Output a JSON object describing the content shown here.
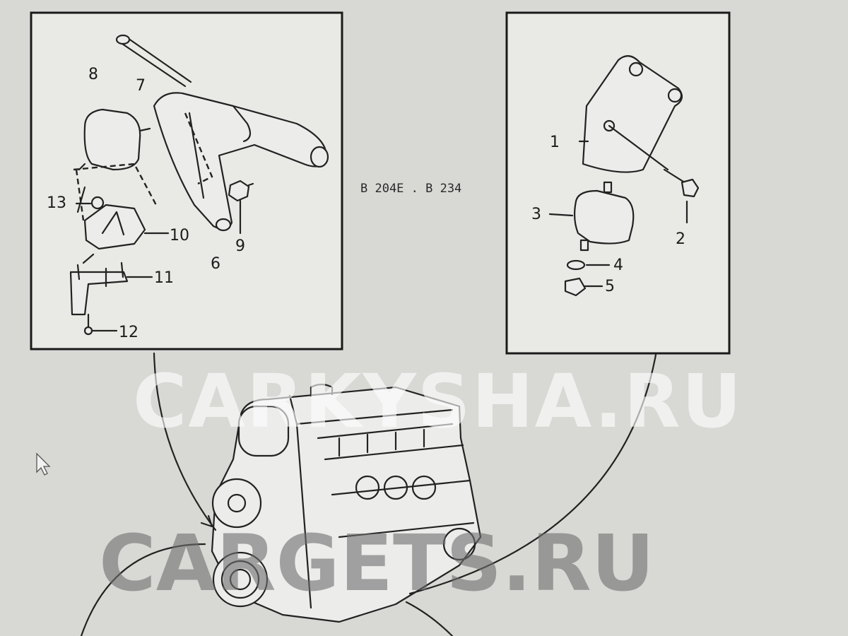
{
  "diagram": {
    "engine_codes": "B 204E . B 234",
    "left_panel": {
      "callouts": [
        "7",
        "8",
        "13",
        "10",
        "11",
        "12",
        "6",
        "9"
      ]
    },
    "right_panel": {
      "callouts": [
        "1",
        "2",
        "3",
        "4",
        "5"
      ]
    }
  },
  "watermarks": {
    "primary": "CARKYSHA.RU",
    "secondary": "CARGETS.RU"
  },
  "colors": {
    "background": "#d8d8d5",
    "ink": "#222222"
  }
}
